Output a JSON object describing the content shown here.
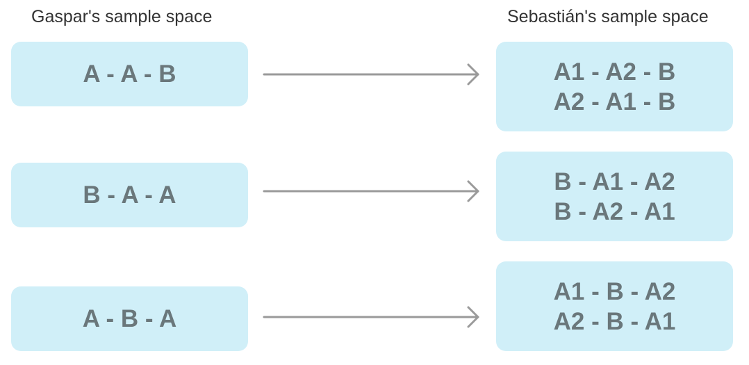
{
  "headers": {
    "left": "Gaspar's sample space",
    "right": "Sebastián's sample space"
  },
  "rows": [
    {
      "gaspar": "A - A - B",
      "sebastian": [
        "A1 - A2 - B",
        "A2 - A1 - B"
      ]
    },
    {
      "gaspar": "B - A - A",
      "sebastian": [
        "B - A1 - A2",
        "B - A2 - A1"
      ]
    },
    {
      "gaspar": "A - B - A",
      "sebastian": [
        "A1 - B - A2",
        "A2 - B - A1"
      ]
    }
  ],
  "colors": {
    "box_fill": "#d0eff8",
    "box_text": "#6a777b",
    "arrow": "#9a9a9a",
    "header_text": "#333333"
  },
  "icons": {
    "connector": "right-arrow-icon"
  }
}
